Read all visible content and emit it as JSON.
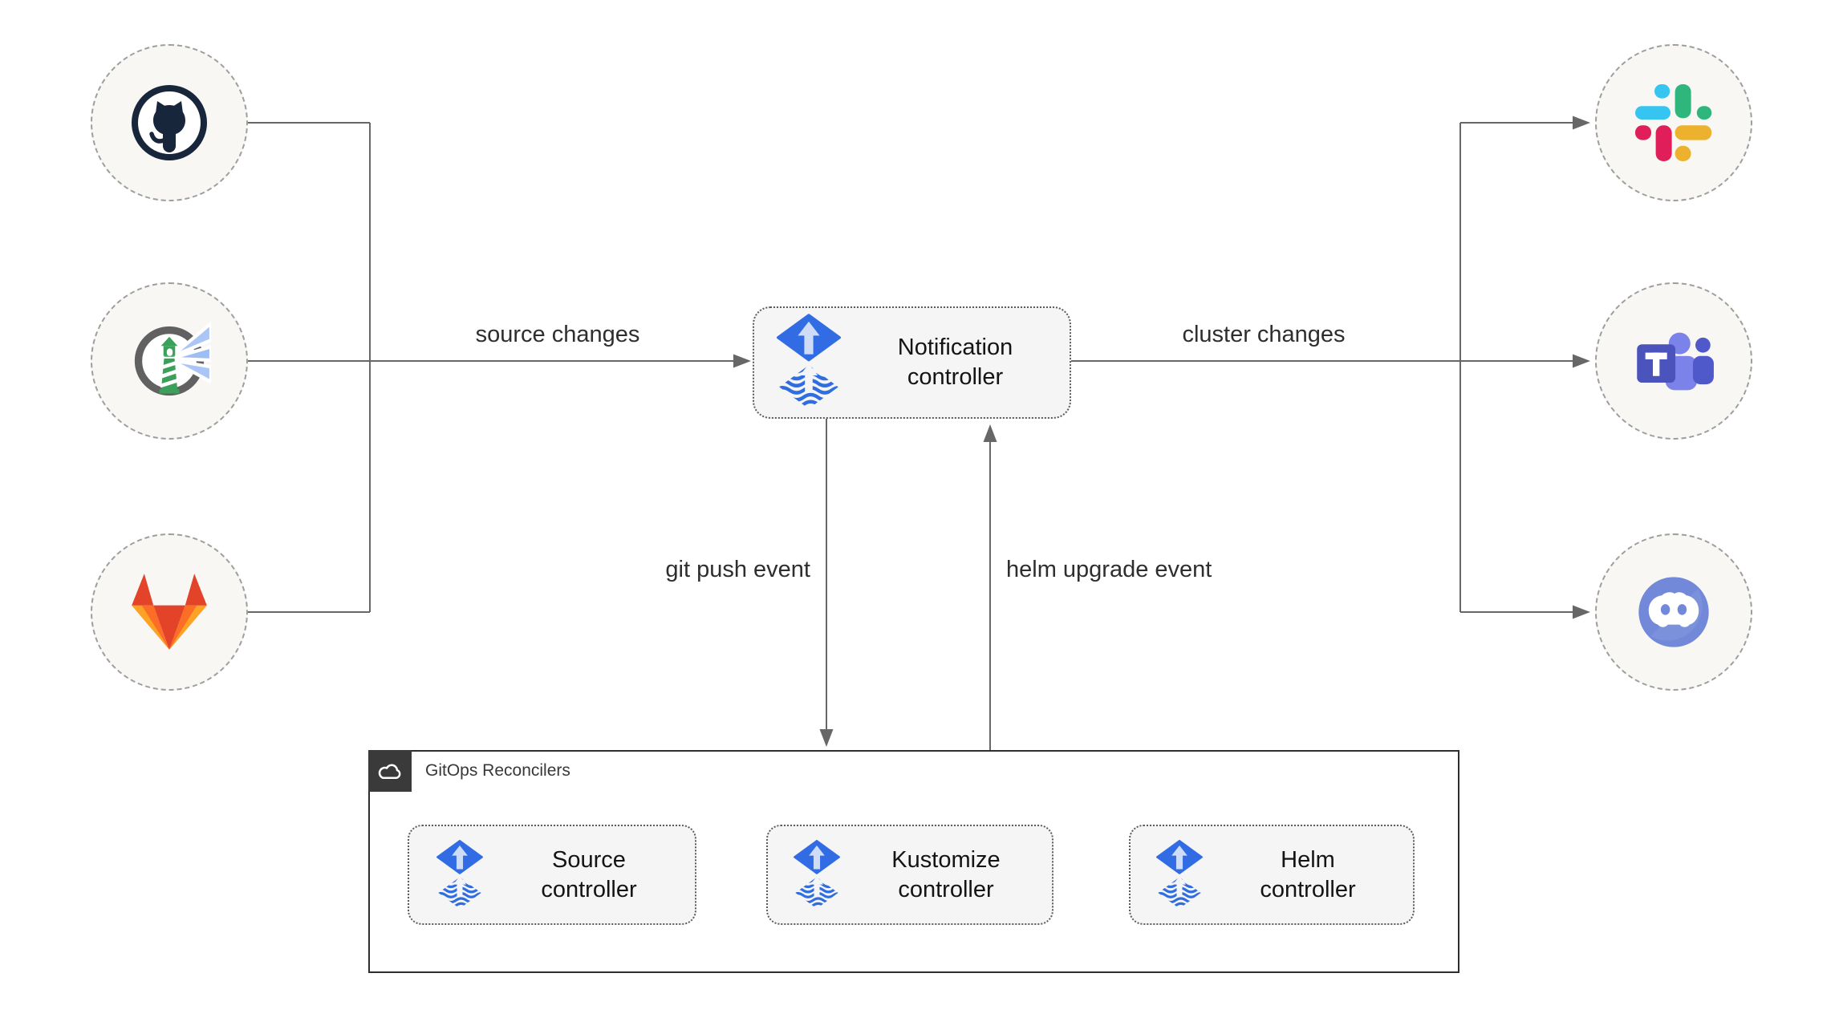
{
  "boxes": {
    "notification": "Notification controller",
    "source": "Source controller",
    "kustomize": "Kustomize controller",
    "helm": "Helm controller"
  },
  "edges": {
    "source_changes": "source changes",
    "cluster_changes": "cluster changes",
    "git_push_event": "git push event",
    "helm_upgrade_event": "helm upgrade event"
  },
  "container": {
    "label": "GitOps Reconcilers",
    "icon": "cloud-icon"
  },
  "nodes": {
    "left": [
      {
        "icon": "github-icon"
      },
      {
        "icon": "harbor-icon"
      },
      {
        "icon": "gitlab-icon"
      }
    ],
    "right": [
      {
        "icon": "slack-icon"
      },
      {
        "icon": "teams-icon"
      },
      {
        "icon": "discord-icon"
      }
    ]
  },
  "colors": {
    "flux_blue": "#316ce4",
    "line_gray": "#676767",
    "node_bg": "#f8f7f4",
    "box_bg": "#f5f5f5",
    "github_dark": "#18263b",
    "harbor_green": "#3aa05a",
    "gitlab_red": "#e24329",
    "gitlab_orange": "#fc6d26",
    "gitlab_yellow": "#fca326",
    "slack_blue": "#36C5F0",
    "slack_green": "#2EB67D",
    "slack_red": "#E01E5A",
    "slack_yellow": "#ECB22E",
    "teams_purple": "#4b53bc",
    "discord_blurple": "#7289da"
  }
}
